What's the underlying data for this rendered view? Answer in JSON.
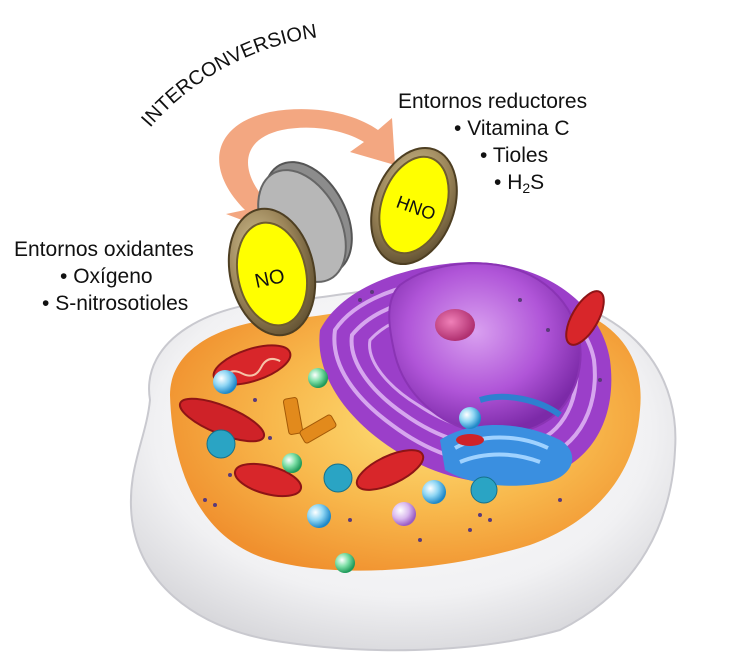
{
  "title_arc": "INTERCONVERSION",
  "reducing": {
    "heading": "Entornos reductores",
    "items": [
      "Vitamina C",
      "Tioles"
    ],
    "h2s_prefix": "H",
    "h2s_sub": "2",
    "h2s_suffix": "S"
  },
  "oxidizing": {
    "heading": "Entornos oxidantes",
    "items": [
      "Oxígeno",
      "S-nitrosotioles"
    ]
  },
  "coins": {
    "no_label": "NO",
    "hno_label": "HNO"
  },
  "bullet": "•",
  "colors": {
    "arrow": "#f2a27a",
    "coin_face": "#ffff00",
    "coin_rim": "#a89060",
    "nucleus": "#b45ad6",
    "cytoplasm": "#f7b24a",
    "membrane": "#e9e9ec",
    "mitochondria": "#d8262a"
  }
}
